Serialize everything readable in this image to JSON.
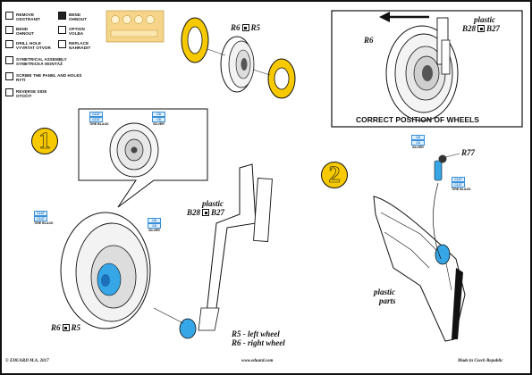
{
  "legend": [
    {
      "icon": "remove-icon",
      "text": "REMOVE\nODSTRANIT"
    },
    {
      "icon": "bend-icon",
      "text": "BEND\nOHNOUT"
    },
    {
      "icon": "bend-alt-icon",
      "text": "BEND\nOHNOUT"
    },
    {
      "icon": "option-icon",
      "text": "OPTION\nVOLBA"
    },
    {
      "icon": "drill-hole-icon",
      "text": "DRILL HOLE\nVYVRTAT OTVOR"
    },
    {
      "icon": "replace-icon",
      "text": "REPLACE\nNAHRADIT"
    },
    {
      "icon": "symmetrical-assembly-icon",
      "text": "SYMETRICAL ASSEMBLY\nSYMETRICKÁ MONTÁŽ"
    },
    {
      "icon": "scribe-icon",
      "text": "SCRIBE THE PANEL AND HOLES\nRYTÍ"
    },
    {
      "icon": "reverse-side-icon",
      "text": "REVERSE SIDE\nOTOČIT"
    }
  ],
  "step_numbers": [
    "1",
    "2"
  ],
  "part_labels": {
    "r6": "R6",
    "r5": "R5",
    "r77": "R77",
    "plastic": "plastic",
    "b28": "B28",
    "b27": "B27",
    "plastic_parts_1": "plastic",
    "plastic_parts_2": "parts",
    "wheel_note_1": "R5 - left wheel",
    "wheel_note_2": "R6 - right wheel"
  },
  "inset_caption": "CORRECT POSITION OF WHEELS",
  "paints": {
    "tire_black": {
      "codes": [
        "C137",
        "C137"
      ],
      "name": "TIRE BLACK"
    },
    "silver": {
      "codes": [
        "C8",
        "C8"
      ],
      "name": "SILVER"
    }
  },
  "footer": {
    "left": "© EDUARD M.A. 2017",
    "center": "www.eduard.com",
    "right": "Made in Czech Republic"
  },
  "colors": {
    "yellow": "#f6c900",
    "blue": "#37a6e6",
    "paint_box": "#dff1ff"
  }
}
